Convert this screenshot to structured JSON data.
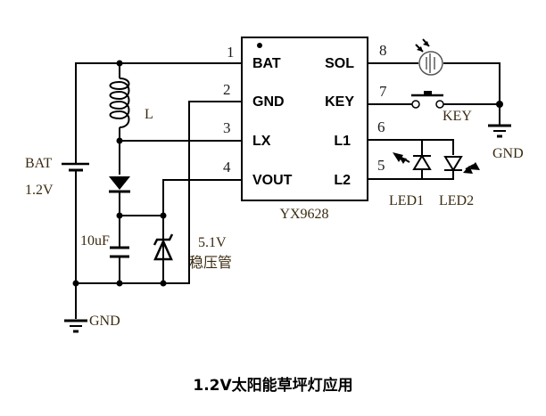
{
  "title": "1.2V太阳能草坪灯应用",
  "ic": {
    "part_number": "YX9628",
    "left_pins": [
      {
        "number": "1",
        "name": "BAT"
      },
      {
        "number": "2",
        "name": "GND"
      },
      {
        "number": "3",
        "name": "LX"
      },
      {
        "number": "4",
        "name": "VOUT"
      }
    ],
    "right_pins": [
      {
        "number": "8",
        "name": "SOL"
      },
      {
        "number": "7",
        "name": "KEY"
      },
      {
        "number": "6",
        "name": "L1"
      },
      {
        "number": "5",
        "name": "L2"
      }
    ]
  },
  "components": {
    "battery": {
      "name": "BAT",
      "value": "1.2V"
    },
    "inductor": {
      "name": "L"
    },
    "capacitor": {
      "value": "10uF"
    },
    "zener": {
      "value": "5.1V",
      "desc": "稳压管"
    },
    "key_switch": {
      "name": "KEY"
    },
    "led1": {
      "name": "LED1"
    },
    "led2": {
      "name": "LED2"
    },
    "gnd_left": {
      "name": "GND"
    },
    "gnd_right": {
      "name": "GND"
    }
  }
}
